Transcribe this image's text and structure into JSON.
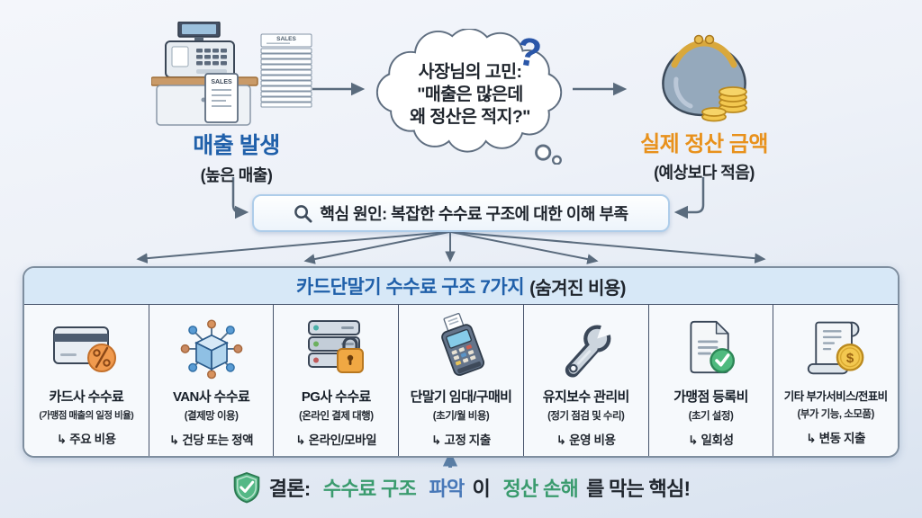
{
  "colors": {
    "accent_blue": "#2060aa",
    "accent_orange": "#e8911c",
    "accent_green": "#3a9b6e",
    "highlight_blue": "#4878b8",
    "text_dark": "#20262e",
    "arrow_gray": "#5a6b7d",
    "box_header_bg": "#d7e8f7"
  },
  "icons": {
    "dollar": "$"
  },
  "top": {
    "sales": {
      "receipt_label": "SALES",
      "title": "매출 발생",
      "subtitle": "(높은 매출)"
    },
    "worry": {
      "line1": "사장님의 고민:",
      "line2": "\"매출은 많은데",
      "line3": "왜 정산은 적지?\"",
      "question_mark": "?"
    },
    "settlement": {
      "title": "실제 정산 금액",
      "subtitle": "(예상보다 적음)"
    }
  },
  "cause_bar": {
    "text": "핵심 원인: 복잡한 수수료 구조에 대한 이해 부족"
  },
  "fee_box": {
    "title_main": "카드단말기 수수료 구조 7가지",
    "title_sub": "(숨겨진 비용)",
    "items": [
      {
        "name": "카드사 수수료",
        "desc": "(가맹점 매출의 일정 비율)",
        "note": "↳ 주요 비용"
      },
      {
        "name": "VAN사 수수료",
        "desc": "(결제망 이용)",
        "note": "↳ 건당 또는 정액"
      },
      {
        "name": "PG사 수수료",
        "desc": "(온라인 결제 대행)",
        "note": "↳ 온라인/모바일"
      },
      {
        "name": "단말기 임대/구매비",
        "desc": "(초기/월 비용)",
        "note": "↳ 고정 지출"
      },
      {
        "name": "유지보수 관리비",
        "desc": "(정기 점검 및 수리)",
        "note": "↳ 운영 비용"
      },
      {
        "name": "가맹점 등록비",
        "desc": "(초기 설정)",
        "note": "↳ 일회성"
      },
      {
        "name": "기타 부가서비스/전표비",
        "desc": "(부가 기능, 소모품)",
        "note": "↳ 변동 지출"
      }
    ]
  },
  "conclusion": {
    "prefix": "결론: ",
    "part_fee": "수수료 구조 ",
    "part_grasp": "파악",
    "part_mid": "이 ",
    "part_loss": "정산 손해",
    "part_end": "를 막는 핵심!"
  }
}
